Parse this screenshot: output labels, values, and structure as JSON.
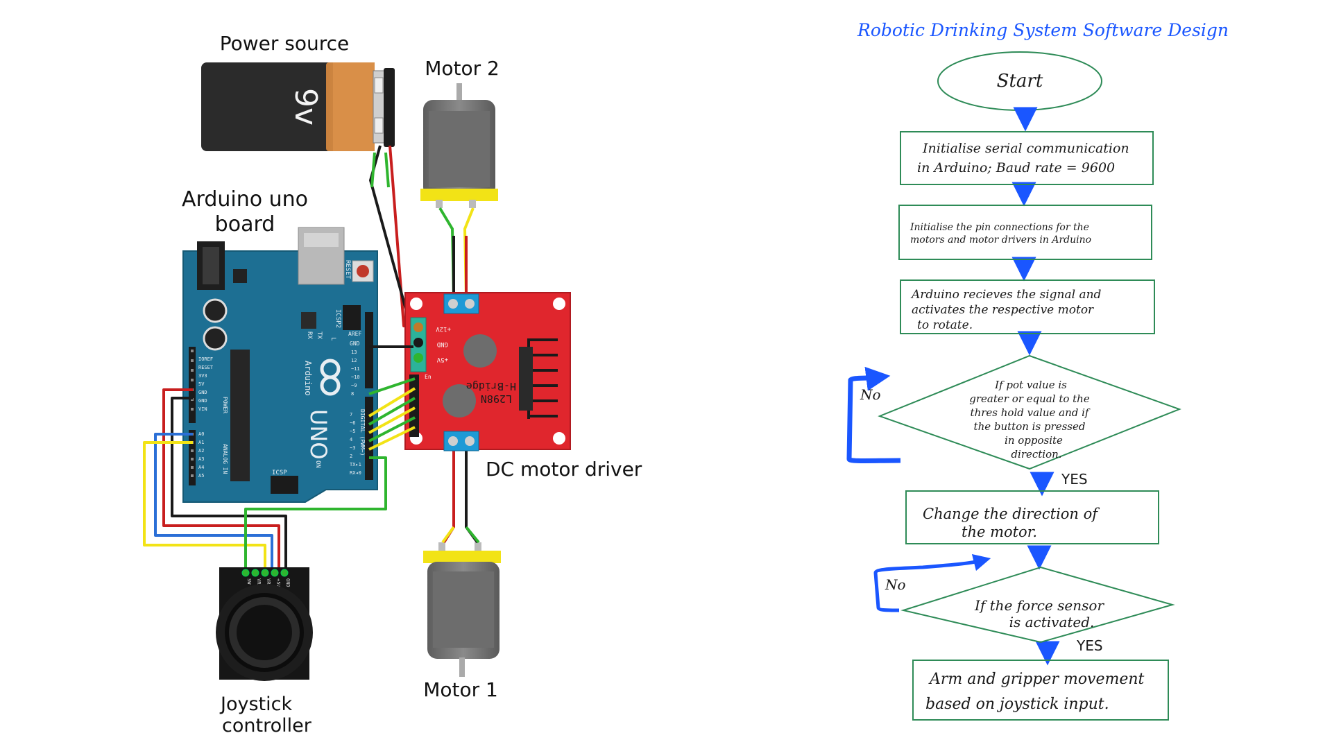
{
  "colors": {
    "flow_blue": "#1a56ff",
    "flow_box": "#2e8b57",
    "board_blue": "#1d6f93",
    "driver_red": "#e0262d",
    "wire_red": "#c81e1e",
    "wire_black": "#1a1a1a",
    "wire_green": "#2fb52f",
    "wire_yellow": "#f2e316",
    "wire_blue": "#2b6fd6"
  },
  "circuit": {
    "power_source_label": "Power source",
    "battery_text": "9v",
    "motor2_label": "Motor 2",
    "motor1_label": "Motor 1",
    "arduino_label_line1": "Arduino uno",
    "arduino_label_line2": "board",
    "driver_label": "DC motor driver",
    "joystick_label_line1": "Joystick",
    "joystick_label_line2": "controller",
    "arduino_text": "Arduino",
    "arduino_uno": "UNO",
    "arduino_reset": "RESET",
    "arduino_icsp": "ICSP",
    "arduino_icsp2": "ICSP2",
    "arduino_on": "ON",
    "arduino_tx": "TX",
    "arduino_rx": "RX",
    "arduino_l": "L",
    "arduino_aref": "AREF",
    "arduino_gnd": "GND",
    "arduino_power": "POWER",
    "arduino_analog_in": "ANALOG IN",
    "arduino_digital": "DIGITAL (PWM~)",
    "arduino_power_pins": [
      "IOREF",
      "RESET",
      "3V3",
      "5V",
      "GND",
      "GND",
      "VIN"
    ],
    "arduino_analog_pins": [
      "A0",
      "A1",
      "A2",
      "A3",
      "A4",
      "A5"
    ],
    "arduino_digital_top": [
      "13",
      "12",
      "~11",
      "~10",
      "~9",
      "8"
    ],
    "arduino_digital_bottom": [
      "7",
      "~6",
      "~5",
      "4",
      "~3",
      "2",
      "TX▸1",
      "RX◂0"
    ],
    "driver_chip_line1": "H-Bridge",
    "driver_chip_line2": "L298N",
    "driver_pin_12v": "+12V",
    "driver_pin_gnd": "GND",
    "driver_pin_5v": "+5V",
    "driver_pin_en": "En",
    "joystick_pins": [
      "SW",
      "VRY",
      "VRX",
      "+5V",
      "GND"
    ]
  },
  "flowchart": {
    "title": "Robotic Drinking System  Software Design",
    "start": "Start",
    "step1_line1": "Initialise serial  communication",
    "step1_line2": "in Arduino; Baud  rate = 9600",
    "step2_line1": "Initialise the pin connections  for  the",
    "step2_line2": "motors  and  motor  drivers  in  Arduino",
    "step3_line1": "Arduino recieves  the signal  and",
    "step3_line2": "activates    the       respective  motor",
    "step3_line3": "to   rotate.",
    "decision1_lines": [
      "If pot value is",
      "greater  or  equal  to  the",
      "thres hold   value  and  if",
      "the  button  is  pressed",
      "in  opposite",
      "direction."
    ],
    "decision1_no": "No",
    "decision1_yes": "YES",
    "step4_line1": "Change  the  direction  of",
    "step4_line2": "the   motor.",
    "decision2_line1": "If  the  force  sensor",
    "decision2_line2": "is  activated.",
    "decision2_no": "No",
    "decision2_yes": "YES",
    "step5_line1": "Arm  and  gripper   movement",
    "step5_line2": "based  on  joystick  input."
  }
}
